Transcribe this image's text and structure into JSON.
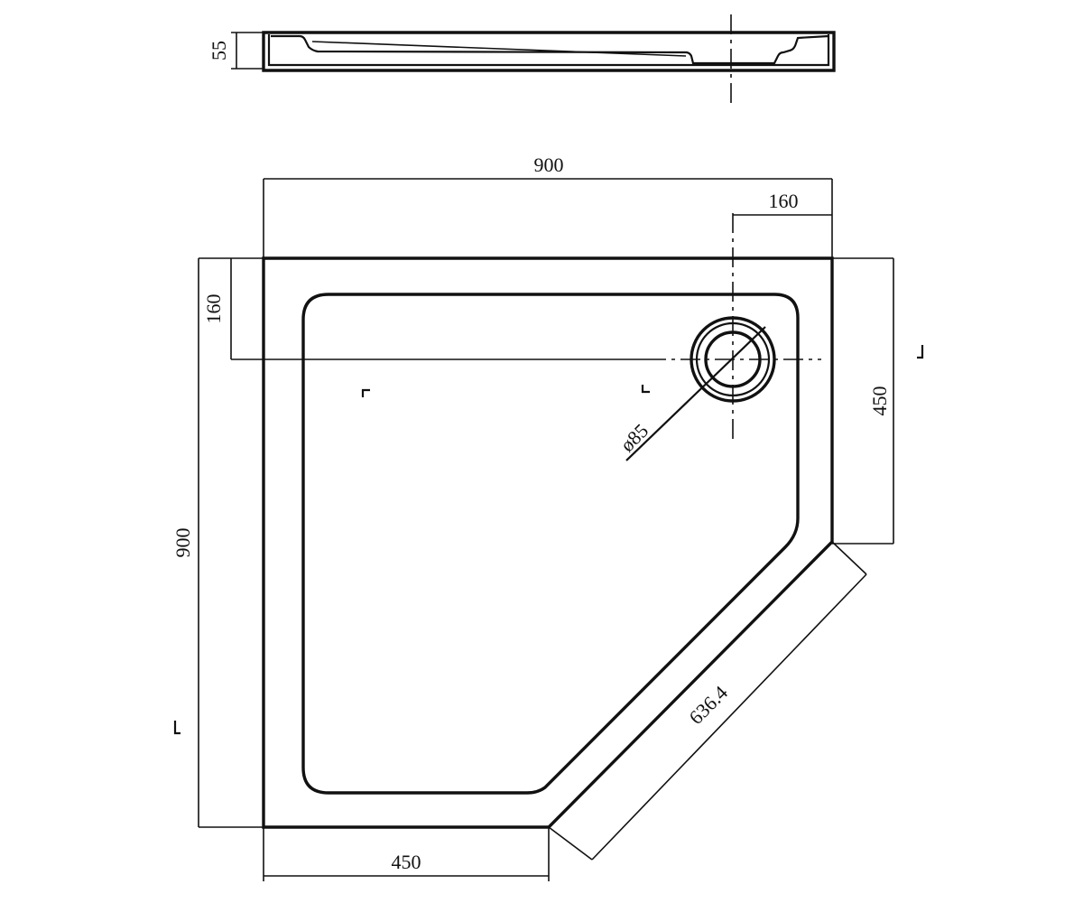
{
  "drawing": {
    "side_view": {
      "height_label": "55"
    },
    "plan_view": {
      "width_label": "900",
      "depth_label": "900",
      "waste_offset_x_label": "160",
      "waste_offset_y_label": "160",
      "side_depth_label": "450",
      "front_width_label": "450",
      "diagonal_label": "636.4",
      "waste_diameter_label": "ø85"
    }
  }
}
